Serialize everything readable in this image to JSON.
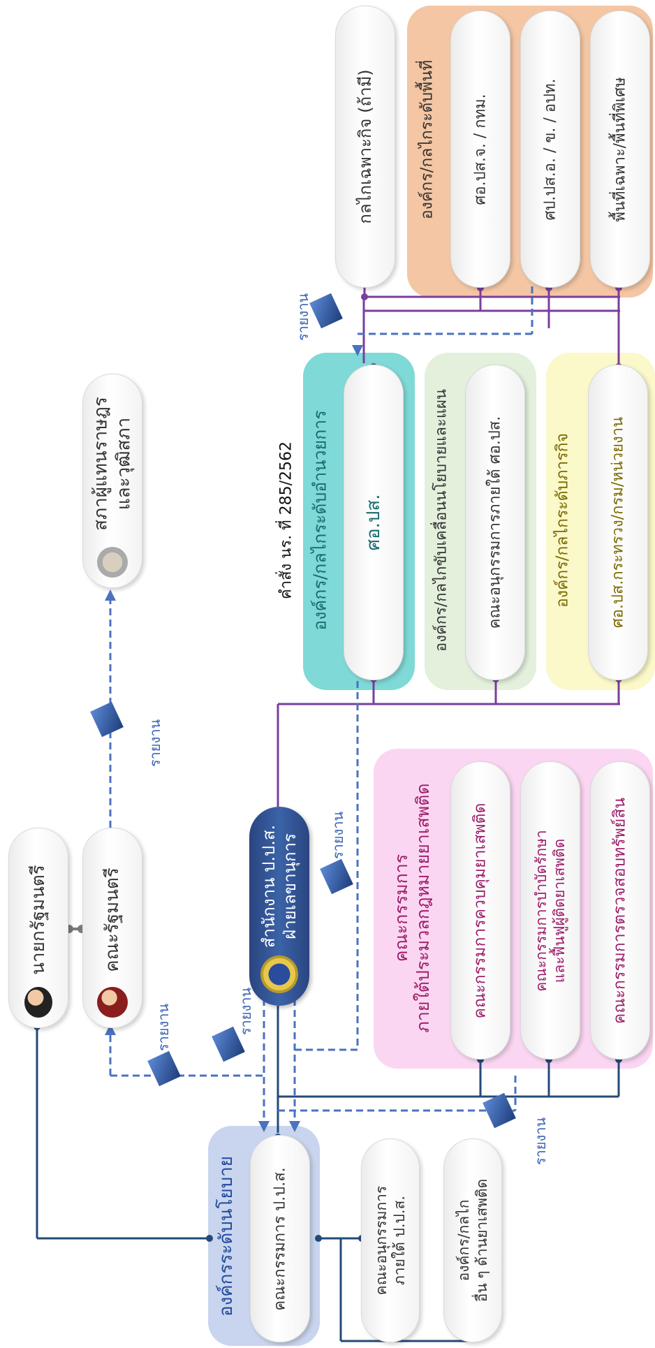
{
  "colors": {
    "purple_line": "#7a3e9d",
    "navy_line": "#234a78",
    "dashed_blue": "#4a72c0",
    "teal_bg": "#7fd9d6",
    "green_bg": "#e3f0dc",
    "yellow_bg": "#fbf8c9",
    "orange_bg": "#f4c6a4",
    "pink_bg": "#fbd6f2",
    "blue_bg": "#c9d5ee",
    "navy_pill": "#2d4c8c"
  },
  "persons": {
    "pm": "นายกรัฐมนตรี",
    "cabinet": "คณะรัฐมนตรี",
    "parliament_line1": "สภาผู้แทนราษฎร",
    "parliament_line2": "และวุฒิสภา"
  },
  "office": {
    "line1": "สำนักงาน ป.ป.ส.",
    "line2": "ฝ่ายเลขานุการ"
  },
  "order_text": "คำสั่ง นร. ที่ 285/2562",
  "report_label": "รายงาน",
  "policy": {
    "title": "องค์กรระดับนโยบาย",
    "board": "คณะกรรมการ ป.ป.ส.",
    "sub_line1": "คณะอนุกรรมการ",
    "sub_line2": "ภายใต้ ป.ป.ส.",
    "other_line1": "องค์กร/กลไก",
    "other_line2": "อื่น ๆ ด้านยาเสพติด"
  },
  "committees": {
    "title_line1": "คณะกรรมการ",
    "title_line2": "ภายใต้ประมวลกฎหมายยาเสพติด",
    "c1": "คณะกรรมการควบคุมยาเสพติด",
    "c2_line1": "คณะกรรมการบำบัดรักษา",
    "c2_line2": "และฟื้นฟูผู้ติดยาเสพติด",
    "c3": "คณะกรรมการตรวจสอบทรัพย์สิน"
  },
  "command": {
    "title": "องค์กร/กลไกระดับอำนวยการ",
    "unit": "ศอ.ปส."
  },
  "drive": {
    "title": "องค์กร/กลไกขับเคลื่อนนโยบายและแผน",
    "unit": "คณะอนุกรรมการภายใต้ ศอ.ปส."
  },
  "mission": {
    "title": "องค์กร/กลไกระดับภารกิจ",
    "unit": "ศอ.ปส.กระทรวง/กรม/หน่วยงาน"
  },
  "special": {
    "unit": "กลไกเฉพาะกิจ (ถ้ามี)"
  },
  "area": {
    "title": "องค์กร/กลไกระดับพื้นที่",
    "u1": "ศอ.ปส.จ. / กทม.",
    "u2": "ศป.ปส.อ. / ข. / อปท.",
    "u3": "พื้นที่เฉพาะ/พื้นที่พิเศษ"
  }
}
